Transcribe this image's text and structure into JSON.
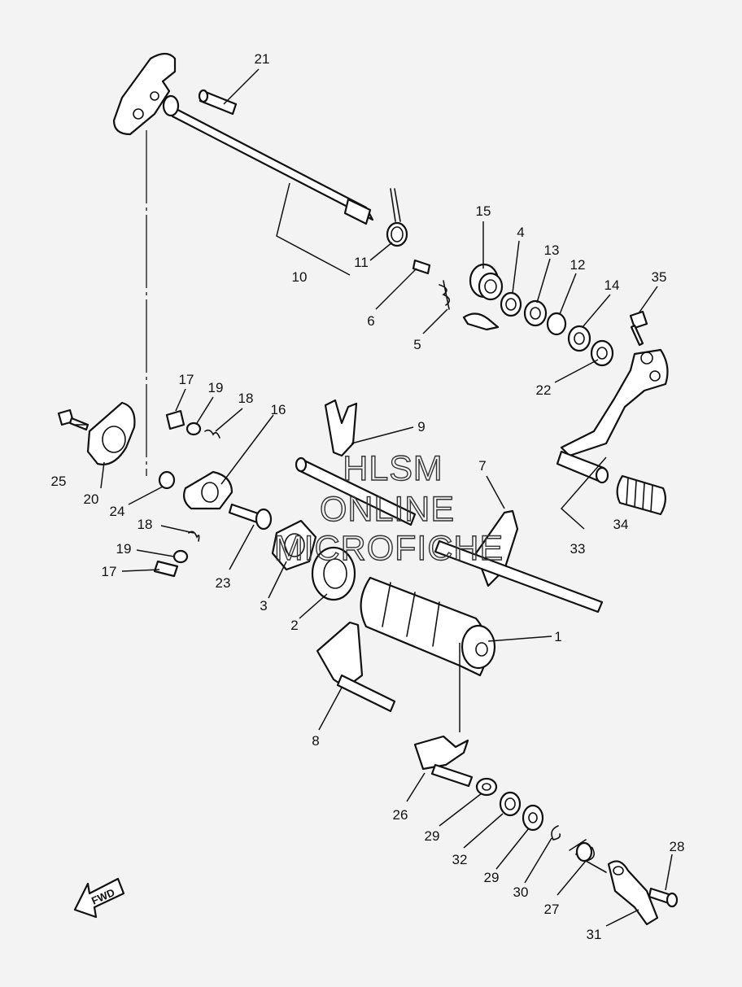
{
  "diagram": {
    "callouts": [
      "21",
      "10",
      "11",
      "15",
      "4",
      "13",
      "12",
      "14",
      "35",
      "6",
      "5",
      "22",
      "17",
      "19",
      "18",
      "16",
      "9",
      "25",
      "20",
      "24",
      "7",
      "18",
      "19",
      "17",
      "23",
      "3",
      "2",
      "34",
      "33",
      "1",
      "8",
      "26",
      "29",
      "32",
      "29",
      "30",
      "27",
      "28",
      "31"
    ],
    "watermark": [
      "HLSM",
      "ONLINE",
      "MICROFICHE"
    ],
    "fwd_label": "FWD"
  }
}
